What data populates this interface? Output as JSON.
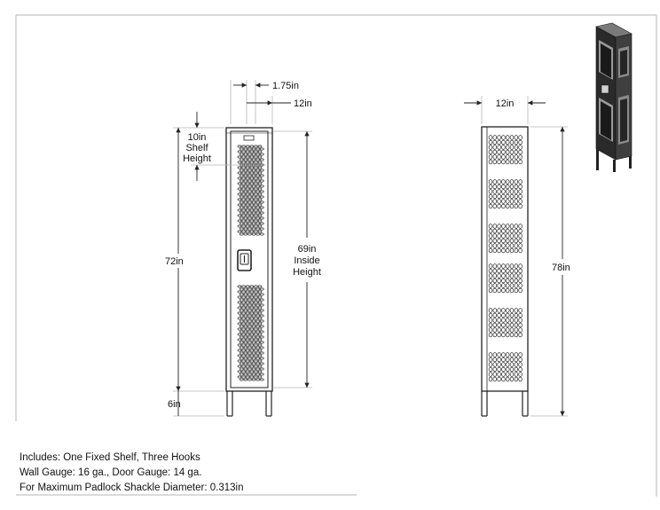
{
  "front_view": {
    "dim_width_door": "1.75in",
    "dim_width_total": "12in",
    "dim_shelf_value": "10in",
    "dim_shelf_label_1": "Shelf",
    "dim_shelf_label_2": "Height",
    "dim_total_height": "72in",
    "dim_inside_value": "69in",
    "dim_inside_label_1": "Inside",
    "dim_inside_label_2": "Height",
    "dim_legs": "6in"
  },
  "side_view": {
    "dim_depth": "12in",
    "dim_height": "78in"
  },
  "notes": [
    "Includes: One Fixed Shelf, Three Hooks",
    "Wall Gauge: 16 ga., Door Gauge: 14 ga.",
    "For Maximum Padlock Shackle Diameter: 0.313in"
  ],
  "colors": {
    "line": "#222222",
    "frame": "#b5b5b5",
    "panel": "#2a2a2a"
  }
}
